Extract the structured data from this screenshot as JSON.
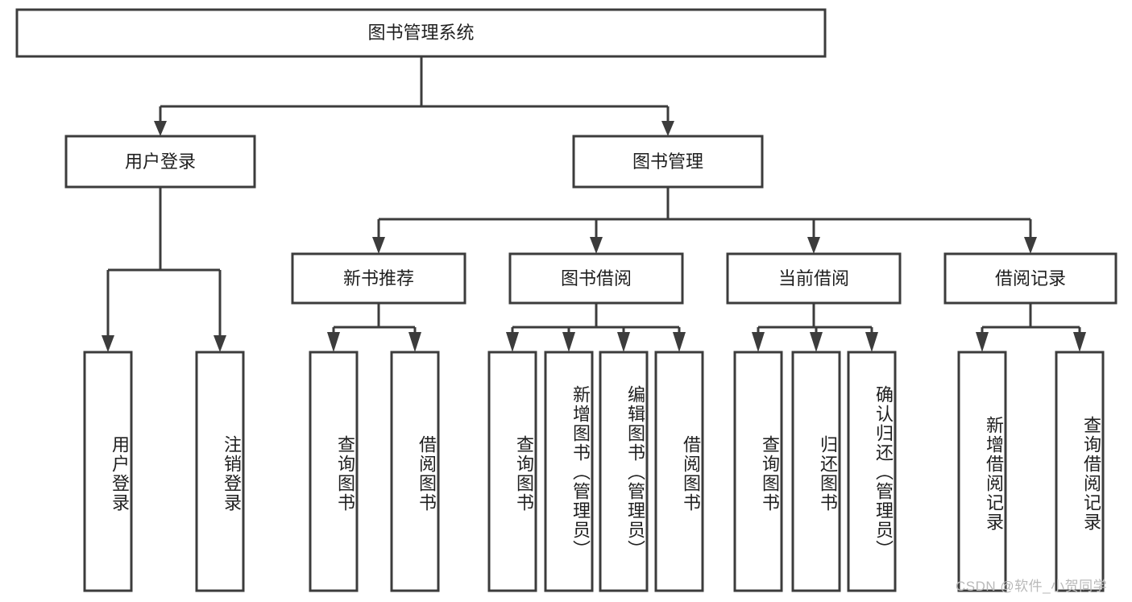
{
  "diagram": {
    "type": "tree",
    "title": "图书管理系统",
    "orientation": "top-down",
    "colors": {
      "box_stroke": "#3c3c3c",
      "box_fill": "#ffffff",
      "connector": "#3c3c3c",
      "text": "#1f1f1f",
      "watermark": "#b9b9b9",
      "background": "#ffffff"
    },
    "root": {
      "id": "root",
      "label": "图书管理系统",
      "level": 1,
      "text_direction": "horizontal"
    },
    "level2": [
      {
        "id": "user-login",
        "label": "用户登录",
        "level": 2,
        "text_direction": "horizontal",
        "parent": "root"
      },
      {
        "id": "book-manage",
        "label": "图书管理",
        "level": 2,
        "text_direction": "horizontal",
        "parent": "root"
      }
    ],
    "level3": [
      {
        "id": "new-book-recommend",
        "label": "新书推荐",
        "level": 3,
        "text_direction": "horizontal",
        "parent": "book-manage"
      },
      {
        "id": "book-borrow",
        "label": "图书借阅",
        "level": 3,
        "text_direction": "horizontal",
        "parent": "book-manage"
      },
      {
        "id": "current-borrow",
        "label": "当前借阅",
        "level": 3,
        "text_direction": "horizontal",
        "parent": "book-manage"
      },
      {
        "id": "borrow-record",
        "label": "借阅记录",
        "level": 3,
        "text_direction": "horizontal",
        "parent": "book-manage"
      }
    ],
    "leaves": [
      {
        "id": "leaf-user-login",
        "label": "用户登录",
        "text_direction": "vertical",
        "parent": "user-login"
      },
      {
        "id": "leaf-logout",
        "label": "注销登录",
        "text_direction": "vertical",
        "parent": "user-login"
      },
      {
        "id": "leaf-query-book-1",
        "label": "查询图书",
        "text_direction": "vertical",
        "parent": "new-book-recommend"
      },
      {
        "id": "leaf-borrow-book-1",
        "label": "借阅图书",
        "text_direction": "vertical",
        "parent": "new-book-recommend"
      },
      {
        "id": "leaf-query-book-2",
        "label": "查询图书",
        "text_direction": "vertical",
        "parent": "book-borrow"
      },
      {
        "id": "leaf-add-book",
        "label": "新增图书（管理员）",
        "text_direction": "vertical",
        "parent": "book-borrow"
      },
      {
        "id": "leaf-edit-book",
        "label": "编辑图书（管理员）",
        "text_direction": "vertical",
        "parent": "book-borrow"
      },
      {
        "id": "leaf-borrow-book-2",
        "label": "借阅图书",
        "text_direction": "vertical",
        "parent": "book-borrow"
      },
      {
        "id": "leaf-query-book-3",
        "label": "查询图书",
        "text_direction": "vertical",
        "parent": "current-borrow"
      },
      {
        "id": "leaf-return-book",
        "label": "归还图书",
        "text_direction": "vertical",
        "parent": "current-borrow"
      },
      {
        "id": "leaf-confirm-return",
        "label": "确认归还（管理员）",
        "text_direction": "vertical",
        "parent": "current-borrow"
      },
      {
        "id": "leaf-add-record",
        "label": "新增借阅记录",
        "text_direction": "vertical",
        "parent": "borrow-record"
      },
      {
        "id": "leaf-query-record",
        "label": "查询借阅记录",
        "text_direction": "vertical",
        "parent": "borrow-record"
      }
    ],
    "watermark": "CSDN @软件_小贺同学"
  }
}
